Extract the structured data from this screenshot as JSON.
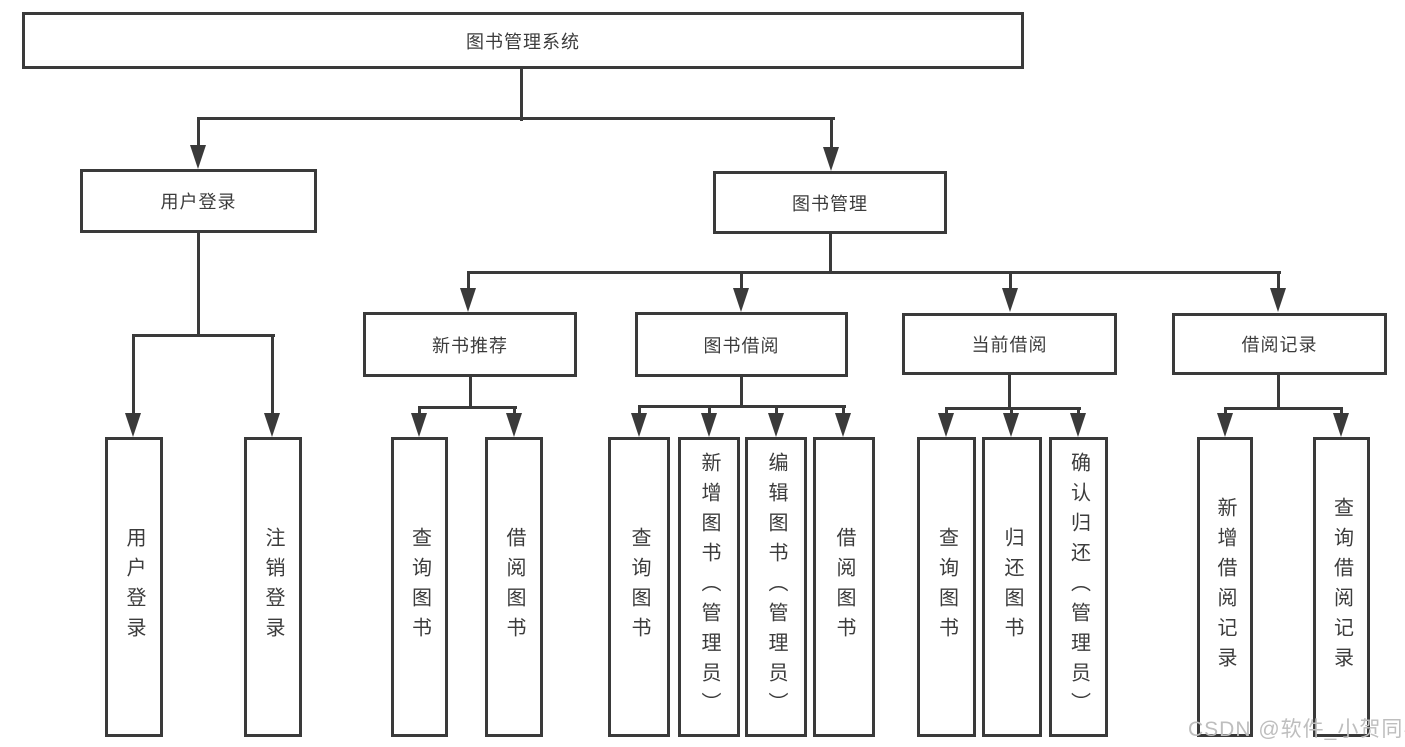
{
  "diagram_title": "图书管理系统",
  "nodes": {
    "root": {
      "label": "图书管理系统"
    },
    "user_login": {
      "label": "用户登录"
    },
    "book_mgmt": {
      "label": "图书管理"
    },
    "new_books": {
      "label": "新书推荐"
    },
    "book_borrow": {
      "label": "图书借阅"
    },
    "current_borrow": {
      "label": "当前借阅"
    },
    "borrow_records": {
      "label": "借阅记录"
    },
    "leaf_user_login": {
      "label": "用户登录"
    },
    "leaf_logout": {
      "label": "注销登录"
    },
    "nb_query_books": {
      "label": "查询图书"
    },
    "nb_borrow_books": {
      "label": "借阅图书"
    },
    "bw_query_books": {
      "label": "查询图书"
    },
    "bw_add_books": {
      "label": "新增图书（管理员）"
    },
    "bw_edit_books": {
      "label": "编辑图书（管理员）"
    },
    "bw_borrow_books": {
      "label": "借阅图书"
    },
    "cu_query_books": {
      "label": "查询图书"
    },
    "cu_return_books": {
      "label": "归还图书"
    },
    "cu_confirm_return": {
      "label": "确认归还（管理员）"
    },
    "rc_add_record": {
      "label": "新增借阅记录"
    },
    "rc_query_record": {
      "label": "查询借阅记录"
    }
  },
  "hierarchy": {
    "图书管理系统": {
      "用户登录": [
        "用户登录",
        "注销登录"
      ],
      "图书管理": {
        "新书推荐": [
          "查询图书",
          "借阅图书"
        ],
        "图书借阅": [
          "查询图书",
          "新增图书（管理员）",
          "编辑图书（管理员）",
          "借阅图书"
        ],
        "当前借阅": [
          "查询图书",
          "归还图书",
          "确认归还（管理员）"
        ],
        "借阅记录": [
          "新增借阅记录",
          "查询借阅记录"
        ]
      }
    }
  },
  "watermark": "CSDN @软件_小贺同学",
  "colors": {
    "line": "#3a3a3a",
    "text": "#3c3c3c",
    "watermark": "#bebebe",
    "background": "#ffffff"
  }
}
